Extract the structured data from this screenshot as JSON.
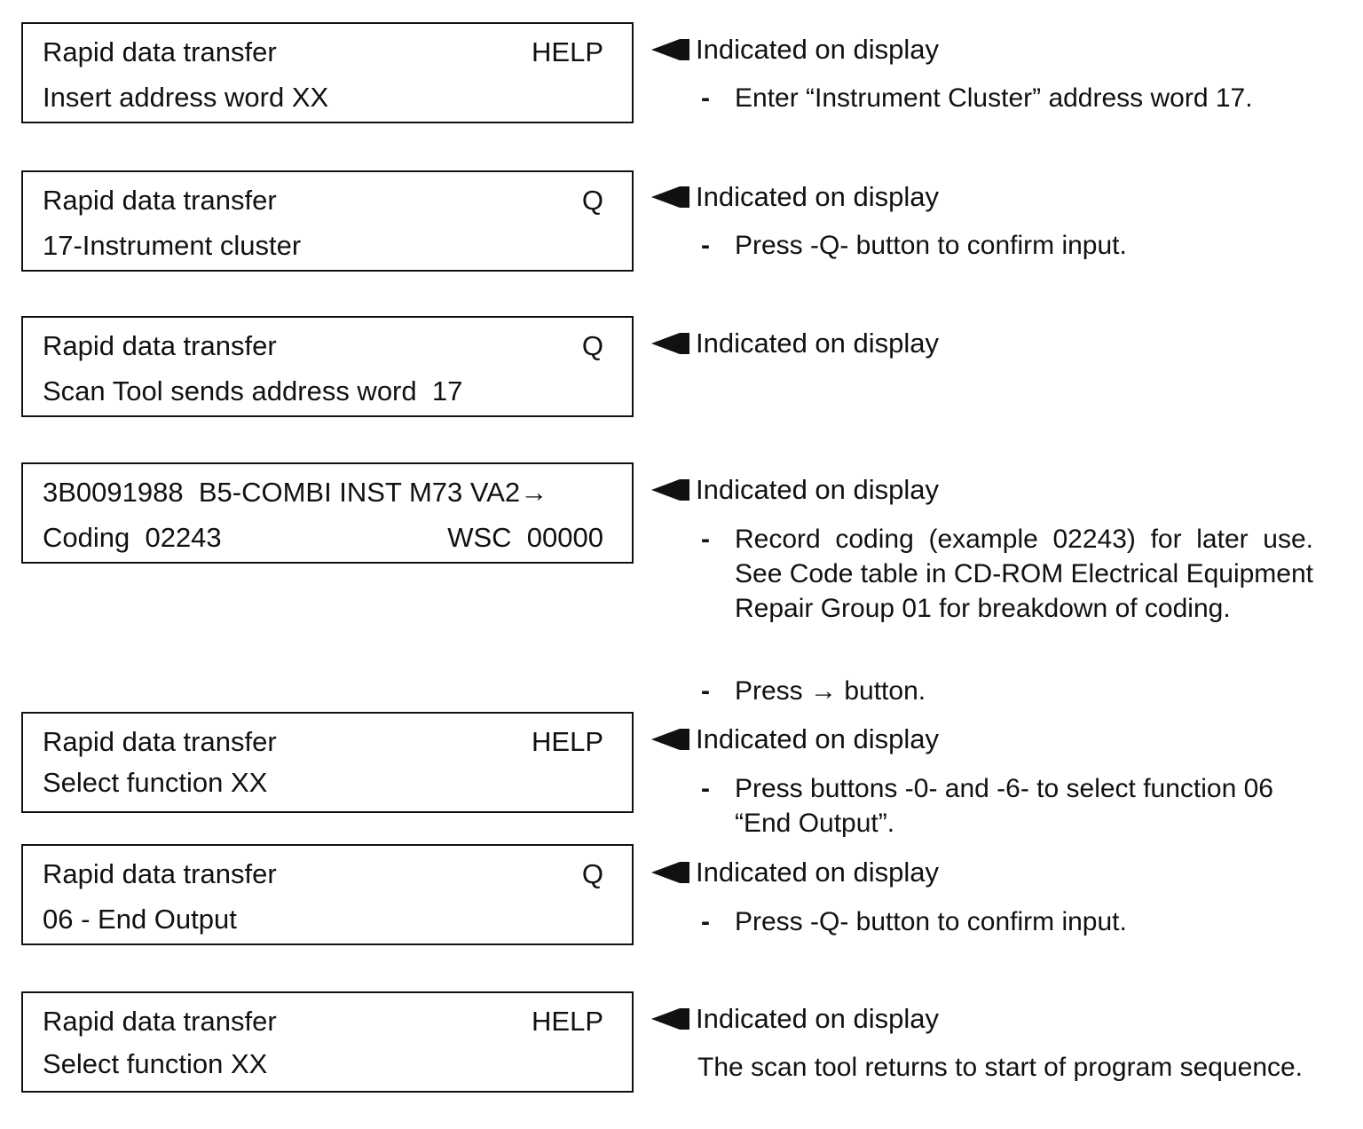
{
  "screens": [
    {
      "line1": "Rapid data transfer",
      "line1_right": "HELP",
      "line2": "Insert address word XX",
      "line2_right": ""
    },
    {
      "line1": "Rapid data transfer",
      "line1_right": "Q",
      "line2": "17-Instrument cluster",
      "line2_right": ""
    },
    {
      "line1": "Rapid data transfer",
      "line1_right": "Q",
      "line2": "Scan Tool sends address word  17",
      "line2_right": ""
    },
    {
      "line1": "3B0091988  B5-COMBI INST M73 VA2→",
      "line1_right": "",
      "line2": "Coding  02243",
      "line2_right": "WSC  00000"
    },
    {
      "line1": "Rapid data transfer",
      "line1_right": "HELP",
      "line2": "Select function XX",
      "line2_right": ""
    },
    {
      "line1": "Rapid data transfer",
      "line1_right": "Q",
      "line2": "06 - End Output",
      "line2_right": ""
    },
    {
      "line1": "Rapid data transfer",
      "line1_right": "HELP",
      "line2": "Select function XX",
      "line2_right": ""
    }
  ],
  "indicator_label": "Indicated on display",
  "dash_symbol": "-",
  "steps": {
    "s1": "Enter “Instrument Cluster” address word 17.",
    "s2": "Press -Q- button to confirm input.",
    "s4a": "Record coding (example 02243) for later use. See Code table in CD-ROM Electrical Equipment Repair Group 01 for breakdown of coding.",
    "s4b": "Press → button.",
    "s5": "Press buttons -0- and -6- to select function 06 “End Output”.",
    "s6": "Press -Q- button to confirm input."
  },
  "final_note": "The scan tool returns to start of program sequence."
}
